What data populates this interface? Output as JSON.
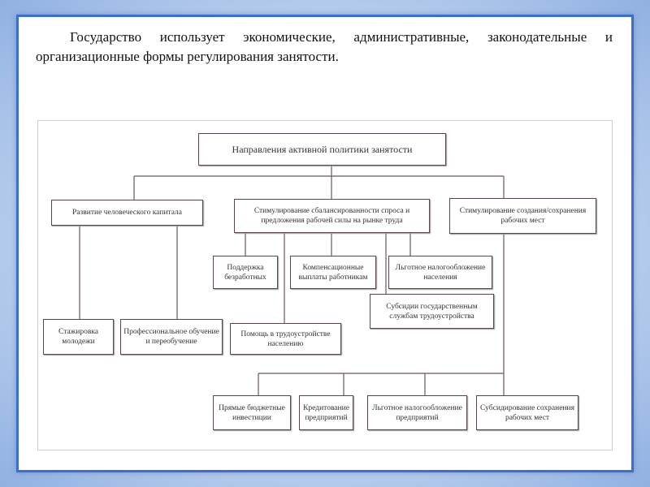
{
  "intro_text": "Государство использует экономические, административные, законодательные и организационные формы регулирования занятости.",
  "diagram": {
    "root": "Направления активной политики занятости",
    "human_capital": "Развитие человеческого капитала",
    "balance": "Стимулирование сбалансированности спроса и предложения рабочей силы на рынке труда",
    "jobs": "Стимулирование создания/сохранения рабочих мест",
    "support_unemployed": "Поддержка безработных",
    "compensation": "Компенсационные выплаты работникам",
    "tax_population": "Льготное налогообложение населения",
    "subsidies_services": "Субсидии государственным службам трудоустройства",
    "internship": "Стажировка молодежи",
    "training": "Профессиональное обучение и переобучение",
    "job_help": "Помощь в трудоустройстве населению",
    "direct_investment": "Прямые бюджетные инвестиции",
    "crediting": "Кредитование предприятий",
    "tax_enterprises": "Льготное налогообложение предприятий",
    "subsidizing_jobs": "Субсидирование сохранения рабочих мест"
  }
}
